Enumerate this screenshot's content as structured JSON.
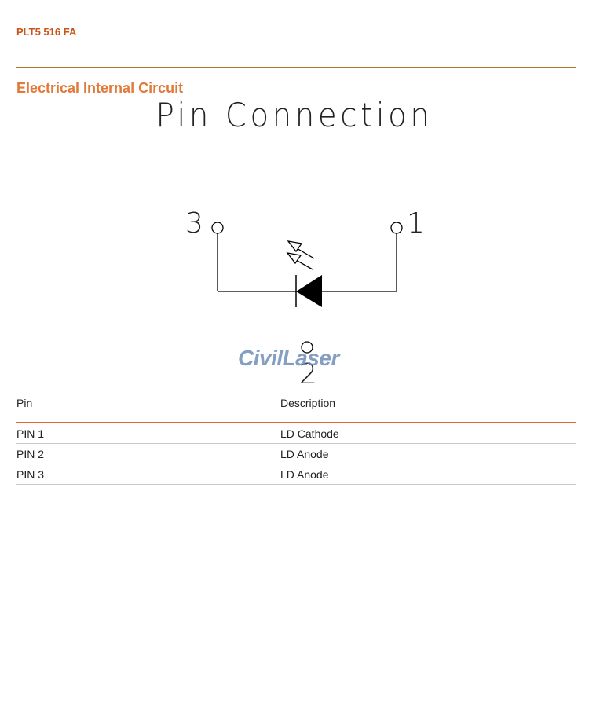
{
  "header": {
    "product_code": "PLT5 516 FA"
  },
  "section": {
    "title": "Electrical Internal Circuit"
  },
  "diagram": {
    "title": "Pin Connection",
    "pin_labels": {
      "pin1": "1",
      "pin2": "2",
      "pin3": "3"
    }
  },
  "watermark": {
    "text": "CivilLaser"
  },
  "table": {
    "headers": [
      "Pin",
      "Description"
    ],
    "rows": [
      [
        "PIN 1",
        "LD Cathode"
      ],
      [
        "PIN 2",
        "LD Anode"
      ],
      [
        "PIN 3",
        "LD Anode"
      ]
    ]
  },
  "colors": {
    "accent": "#c9541a",
    "section_title": "#e07a3a",
    "table_rule": "#e8653a",
    "watermark": "#6f8fb8"
  }
}
